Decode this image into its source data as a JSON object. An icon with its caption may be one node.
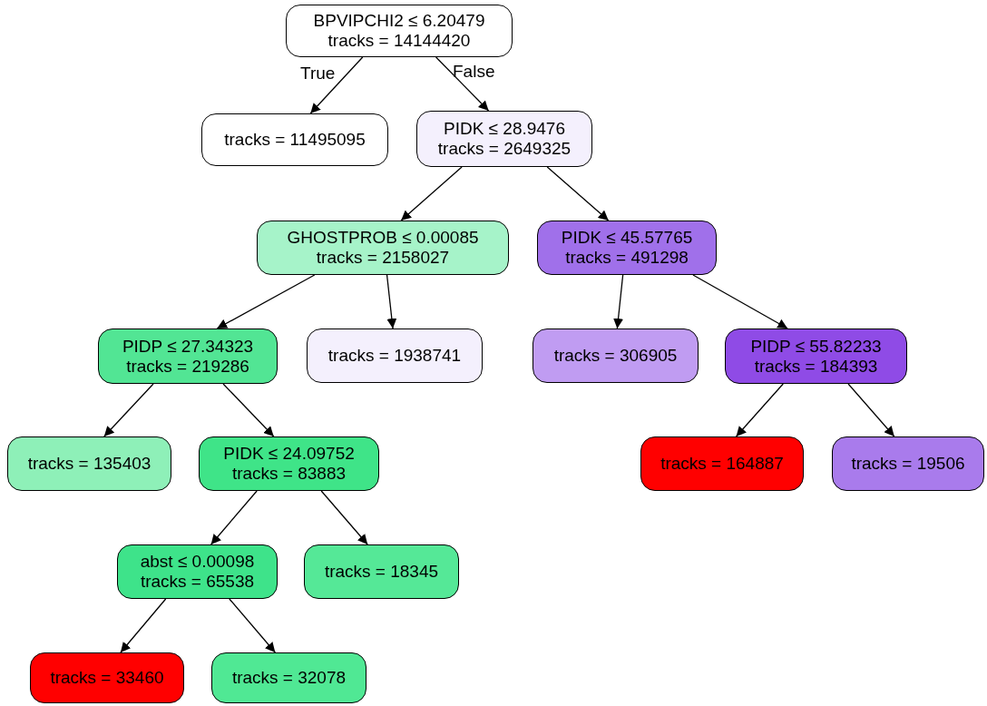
{
  "diagram": {
    "nodes": [
      {
        "text": [
          "BPVIPCHI2 ≤ 6.20479",
          "tracks = 14144420"
        ]
      },
      {
        "text": [
          "tracks = 11495095"
        ]
      },
      {
        "text": [
          "PIDK ≤ 28.9476",
          "tracks = 2649325"
        ]
      },
      {
        "text": [
          "GHOSTPROB ≤ 0.00085",
          "tracks = 2158027"
        ]
      },
      {
        "text": [
          "PIDK ≤ 45.57765",
          "tracks = 491298"
        ]
      },
      {
        "text": [
          "PIDP ≤ 27.34323",
          "tracks = 219286"
        ]
      },
      {
        "text": [
          "tracks = 1938741"
        ]
      },
      {
        "text": [
          "tracks = 306905"
        ]
      },
      {
        "text": [
          "PIDP ≤ 55.82233",
          "tracks = 184393"
        ]
      },
      {
        "text": [
          "tracks = 135403"
        ]
      },
      {
        "text": [
          "PIDK ≤ 24.09752",
          "tracks = 83883"
        ]
      },
      {
        "text": [
          "tracks = 164887"
        ]
      },
      {
        "text": [
          "tracks = 19506"
        ]
      },
      {
        "text": [
          "abst ≤ 0.00098",
          "tracks = 65538"
        ]
      },
      {
        "text": [
          "tracks = 18345"
        ]
      },
      {
        "text": [
          "tracks = 33460"
        ]
      },
      {
        "text": [
          "tracks = 32078"
        ]
      }
    ],
    "edges": [
      {
        "from": 0,
        "to": 1,
        "arrow": "to",
        "label": "True"
      },
      {
        "from": 0,
        "to": 2,
        "arrow": "to",
        "label": "False"
      },
      {
        "from": 2,
        "to": 3,
        "arrow": "to"
      },
      {
        "from": 2,
        "to": 4,
        "arrow": "to"
      },
      {
        "from": 3,
        "to": 5,
        "arrow": "to"
      },
      {
        "from": 3,
        "to": 6,
        "arrow": "to"
      },
      {
        "from": 4,
        "to": 7,
        "arrow": "to"
      },
      {
        "from": 4,
        "to": 8,
        "arrow": "to"
      },
      {
        "from": 5,
        "to": 9,
        "arrow": "to"
      },
      {
        "from": 5,
        "to": 10,
        "arrow": "to"
      },
      {
        "from": 8,
        "to": 11,
        "arrow": "to"
      },
      {
        "from": 8,
        "to": 12,
        "arrow": "to"
      },
      {
        "from": 10,
        "to": 13,
        "arrow": "to"
      },
      {
        "from": 10,
        "to": 14,
        "arrow": "to"
      },
      {
        "from": 13,
        "to": 15,
        "arrow": "to"
      },
      {
        "from": 13,
        "to": 16,
        "arrow": "to"
      }
    ]
  }
}
